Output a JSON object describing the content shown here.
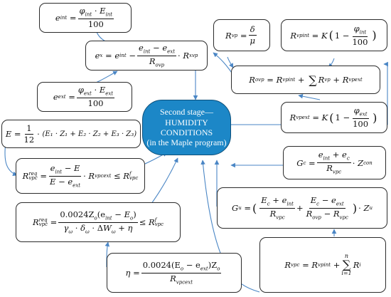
{
  "center": {
    "line1": "Second stage—",
    "line2": "HUMIDITY CONDITIONS",
    "line3": "(in the Maple program)"
  },
  "symbols": {
    "eq": "=",
    "minus": "−",
    "plus": "+",
    "dot": "·",
    "leq": "≤",
    "sum": "∑",
    "phi": "φ",
    "delta": "δ",
    "mu": "μ",
    "gamma": "γ",
    "Delta": "Δ",
    "eta": "η",
    "K": "K",
    "one": "1",
    "hundred": "100",
    "twelve": "12",
    "i_eq_1": "i=1",
    "n": "n"
  },
  "labels": {
    "e_int": "e",
    "int": "int",
    "e_ext": "e",
    "ext": "ext",
    "E": "E",
    "R": "R",
    "Z": "Z",
    "G": "G",
    "x": "x",
    "xvp": "xvp",
    "ovp": "ovp",
    "vp": "vp",
    "vpint": "vpint",
    "vpext": "vpext",
    "vpc": "vpc",
    "vpcext": "vpcext",
    "req": "req",
    "f": "f",
    "c": "c",
    "u": "u",
    "con": "con",
    "o": "o",
    "omega": "ω",
    "i": "i"
  },
  "formulas": {
    "e_int_rhs_num": "φ",
    "e_int_rhs_num2": "E",
    "E_terms": "(E₁ · Z₁ + E₂ · Z₂ + E₃ · Z₃)",
    "Rvpc_req2_num": "0.0024Z",
    "Rvpc_req2_num2": "(e",
    "Rvpc_req2_num3": " − E",
    "Rvpc_req2_den": "γ",
    "eta_num": "0.0024(E",
    "eta_num2": " − e",
    "eta_num3": ")Z"
  },
  "colors": {
    "center_fill": "#1c87c7",
    "center_border": "#0d4f7a",
    "arrow": "#4a86c5",
    "box_border": "#2b2b2b"
  }
}
